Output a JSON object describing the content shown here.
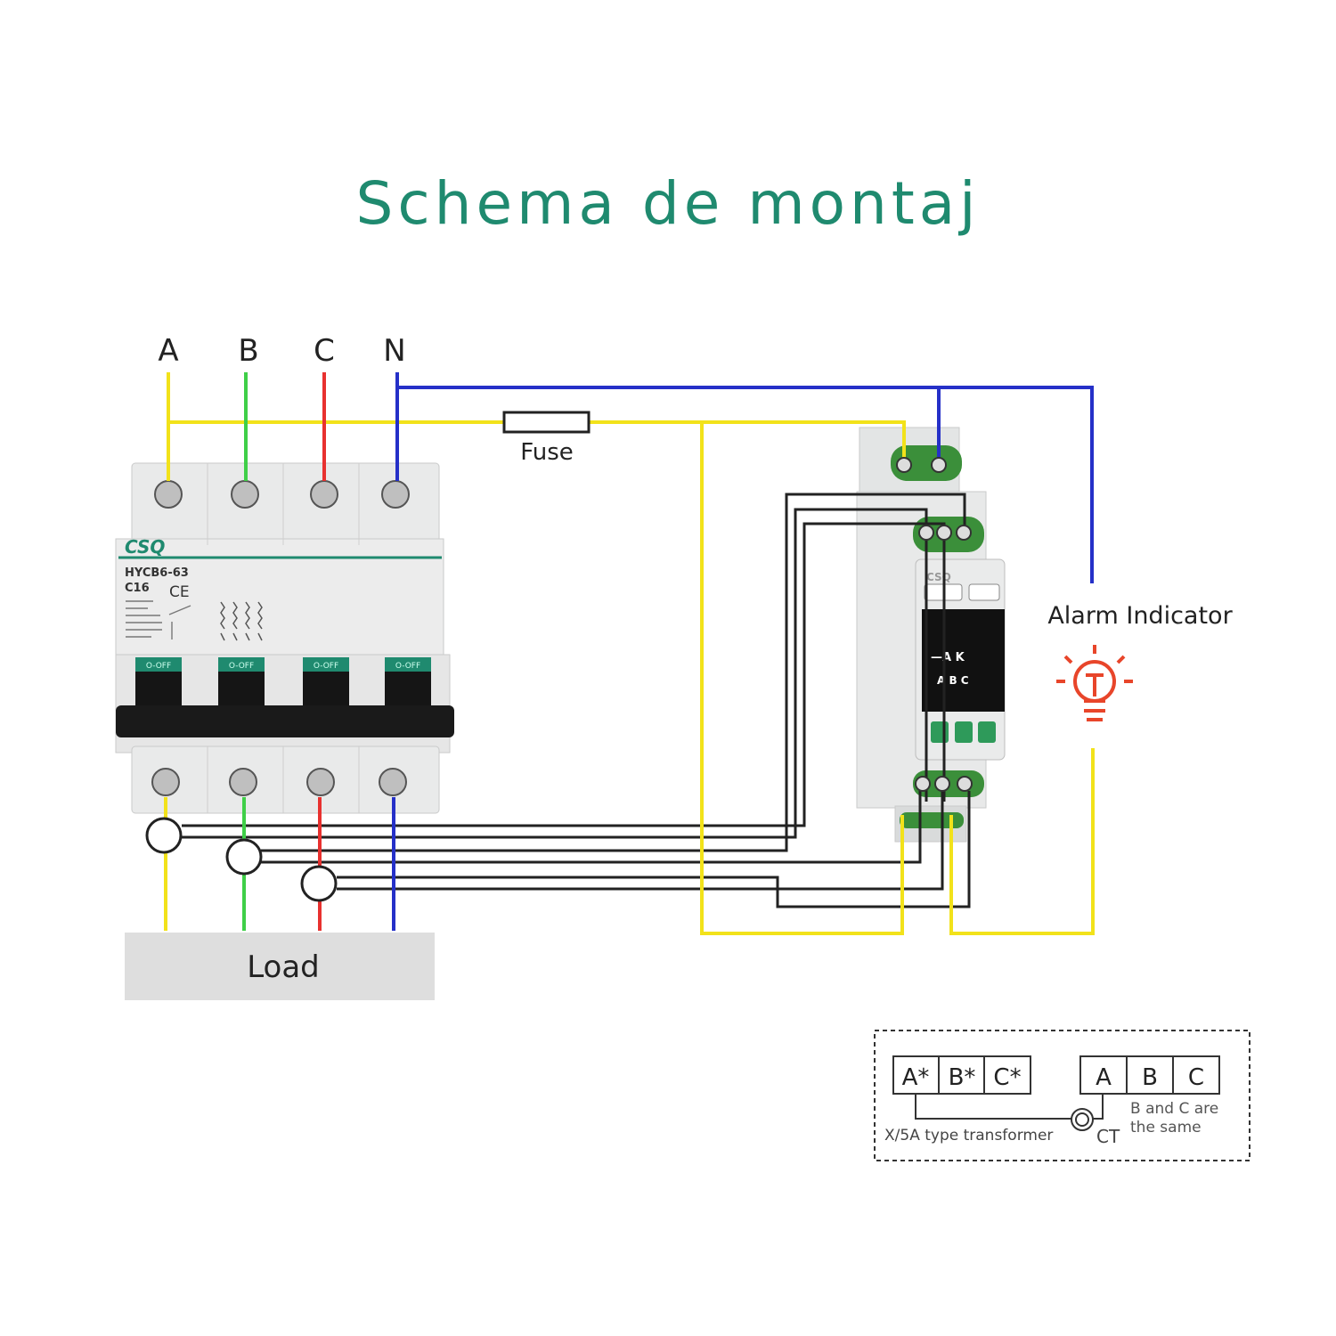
{
  "title": "Schema de montaj",
  "phases": {
    "a": "A",
    "b": "B",
    "c": "C",
    "n": "N"
  },
  "fuse_label": "Fuse",
  "load_label": "Load",
  "alarm_label": "Alarm Indicator",
  "breaker": {
    "brand": "CSQ",
    "model": "HYCB6-63",
    "rating": "C16",
    "ce_mark": "CE",
    "switch_labels": [
      "O-OFF",
      "O-OFF",
      "O-OFF",
      "O-OFF"
    ]
  },
  "relay": {
    "brand": "CSQ",
    "display_line1": "—A   K",
    "display_line2": "A  B  C"
  },
  "legend": {
    "left_boxes": [
      "A*",
      "B*",
      "C*"
    ],
    "right_boxes": [
      "A",
      "B",
      "C"
    ],
    "transformer_label": "X/5A type transformer",
    "ct_label": "CT",
    "note_line1": "B and C are",
    "note_line2": "the same"
  },
  "colors": {
    "title": "#1f8a6f",
    "phase_a": "#f2e21a",
    "phase_b": "#3fcf48",
    "phase_c": "#e8312f",
    "neutral": "#2530c8",
    "signal": "#222222",
    "alarm": "#e8452a"
  }
}
